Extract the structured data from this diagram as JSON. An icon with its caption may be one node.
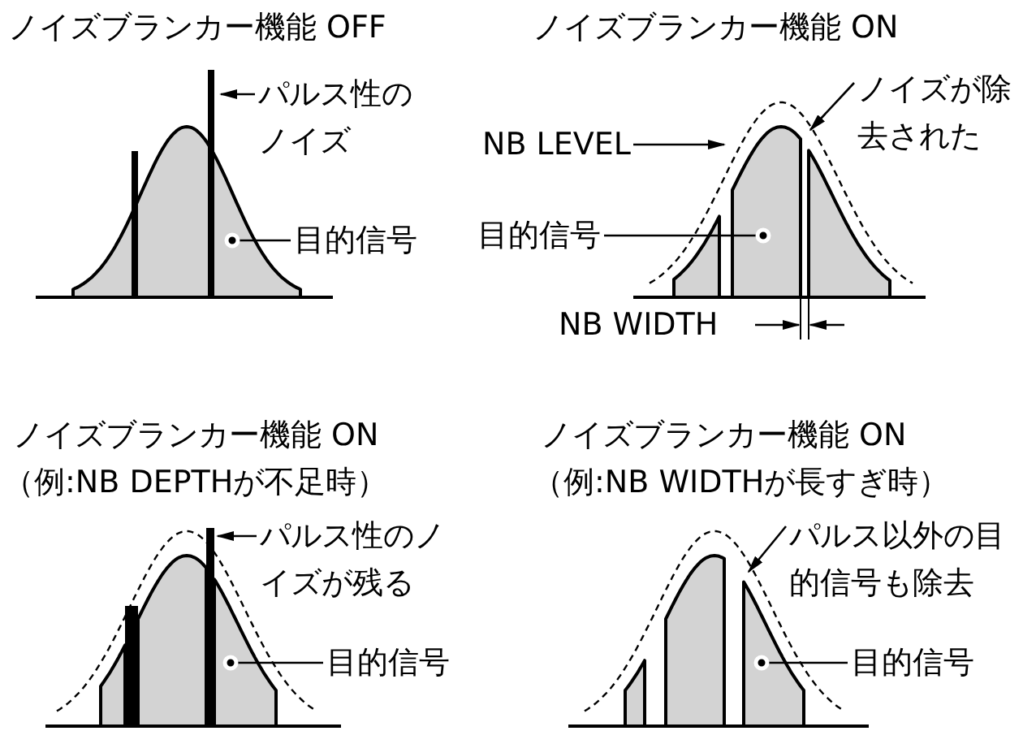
{
  "diagram": {
    "nodes": [
      {
        "text": [
          "パルス性のノイズ"
        ]
      },
      {
        "text": [
          "目的信号"
        ]
      },
      {
        "text": [
          "NB LEVEL"
        ]
      },
      {
        "text": [
          "ノイズが除去された"
        ]
      },
      {
        "text": [
          "目的信号"
        ]
      },
      {
        "text": [
          "パルス性のノイズが残る"
        ]
      },
      {
        "text": [
          "目的信号"
        ]
      },
      {
        "text": [
          "パルス以外の目的信号も除去"
        ]
      },
      {
        "text": [
          "目的信号"
        ]
      }
    ],
    "edges": [
      {
        "from": 0,
        "to": null,
        "arrow": "to"
      },
      {
        "from": 1,
        "to": null,
        "arrow": "other"
      },
      {
        "from": 2,
        "to": null,
        "arrow": "to"
      },
      {
        "from": 3,
        "to": null,
        "arrow": "to"
      },
      {
        "from": 4,
        "to": null,
        "arrow": "other"
      },
      {
        "from": 5,
        "to": null,
        "arrow": "to"
      },
      {
        "from": 6,
        "to": null,
        "arrow": "other"
      },
      {
        "from": 7,
        "to": null,
        "arrow": "to"
      },
      {
        "from": 8,
        "to": null,
        "arrow": "other"
      }
    ],
    "labels": [
      "ノイズブランカー機能 OFF",
      "ノイズブランカー機能 ON",
      "NB WIDTH",
      "ノイズブランカー機能 ON",
      "（例:NB DEPTHが不足時）",
      "ノイズブランカー機能 ON",
      "（例:NB WIDTHが長すぎ時）"
    ]
  }
}
